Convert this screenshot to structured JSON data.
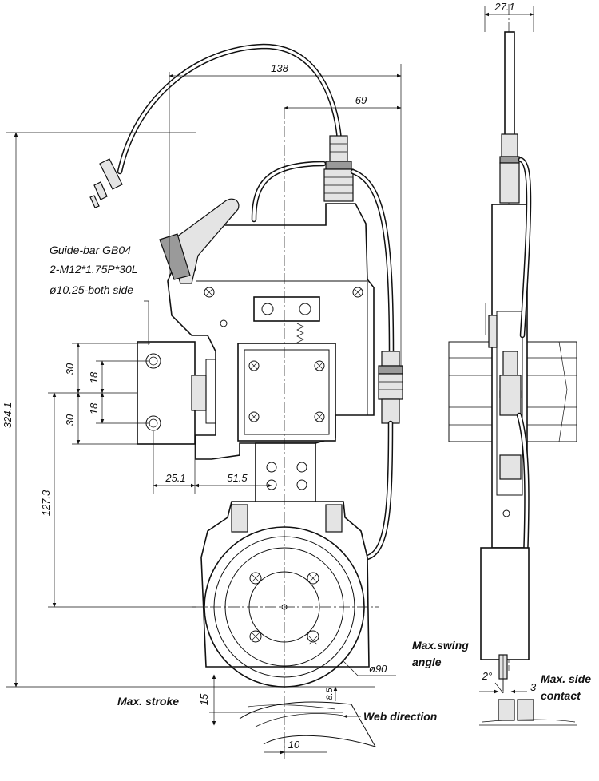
{
  "dimensions": {
    "d138": "138",
    "d69": "69",
    "d27_1": "27.1",
    "d324_1": "324.1",
    "d127_3": "127.3",
    "d30_top": "30",
    "d30_bottom": "30",
    "d18_top": "18",
    "d18_bottom": "18",
    "d25_1": "25.1",
    "d51_5": "51.5",
    "d90": "ø90",
    "d15": "15",
    "d8_5": "8.5",
    "d10": "10",
    "d2": "2°",
    "d3": "3"
  },
  "notes": {
    "guide_line1": "Guide-bar GB04",
    "guide_line2": "2-M12*1.75P*30L",
    "guide_line3": "ø10.25-both side"
  },
  "labels": {
    "max_stroke": "Max. stroke",
    "web_direction": "Web direction",
    "max_swing_1": "Max.swing",
    "max_swing_2": "angle",
    "max_side_1": "Max. side",
    "max_side_2": "contact"
  }
}
